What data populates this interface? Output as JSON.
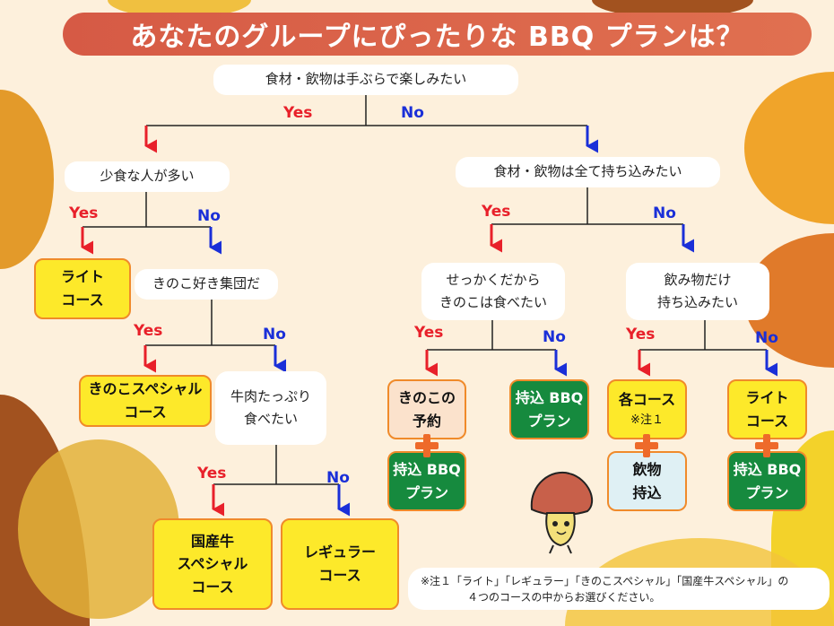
{
  "title": "あなたのグループにぴったりな BBQ プランは？",
  "yes": "Yes",
  "no": "No",
  "questions": {
    "q1": "食材・飲物は手ぶらで楽しみたい",
    "q2": "少食な人が多い",
    "q3": "食材・飲物は全て持ち込みたい",
    "q4": "きのこ好き集団だ",
    "q5": "牛肉たっぷり\n食べたい",
    "q6": "せっかくだから\nきのこは食べたい",
    "q7": "飲み物だけ\n持ち込みたい"
  },
  "results": {
    "lite": "ライト\nコース",
    "kinoko_special": "きのこスペシャル\nコース",
    "kokusan": "国産牛\nスペシャル\nコース",
    "regular": "レギュラー\nコース",
    "kinoko_yoyaku": "きのこの\n予約",
    "mochikomi1": "持込 BBQ\nプラン",
    "mochikomi2": "持込 BBQ\nプラン",
    "mochikomi3": "持込 BBQ\nプラン",
    "kaku_course": "各コース",
    "kaku_note": "※注１",
    "drink": "飲物\n持込",
    "lite2": "ライト\nコース"
  },
  "note": {
    "line1": "※注１「ライト」「レギュラー」「きのこスペシャル」「国産牛スペシャル」の",
    "line2": "４つのコースの中からお選びください。"
  },
  "colors": {
    "yes": "#e8202a",
    "no": "#1a2fd8",
    "title": "#d65a45"
  }
}
